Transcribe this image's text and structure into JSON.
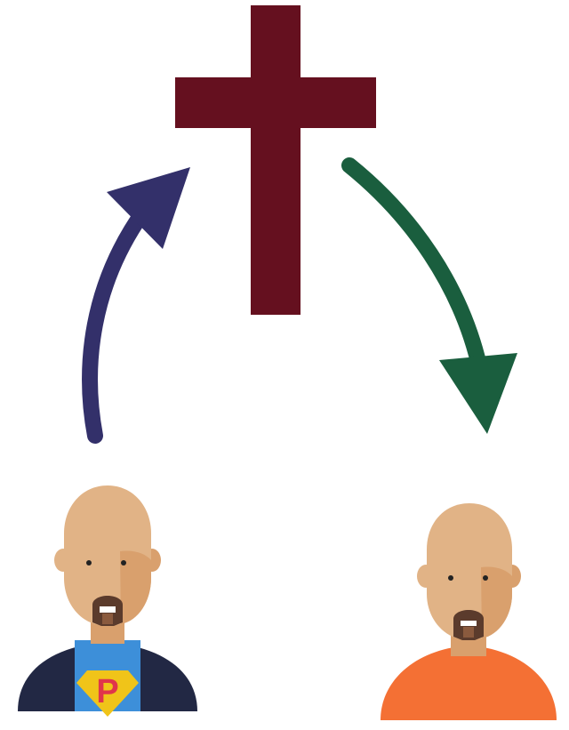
{
  "diagram": {
    "nodes": [
      {
        "id": "cross",
        "icon": "cross-icon",
        "color": "#65101f"
      },
      {
        "id": "person-before",
        "icon": "person-superhero-icon",
        "shirt_color": "#3d8fd9",
        "jacket_color": "#222844"
      },
      {
        "id": "person-after",
        "icon": "person-plain-icon",
        "shirt_color": "#f47034"
      }
    ],
    "edges": [
      {
        "from": "person-before",
        "to": "cross",
        "icon": "curved-arrow-up-icon",
        "color": "#33306a"
      },
      {
        "from": "cross",
        "to": "person-after",
        "icon": "curved-arrow-down-icon",
        "color": "#1a5e3e"
      }
    ],
    "colors": {
      "skin": "#e1b386",
      "skin_shade": "#d9a06d",
      "beard": "#5b3b2c"
    }
  }
}
